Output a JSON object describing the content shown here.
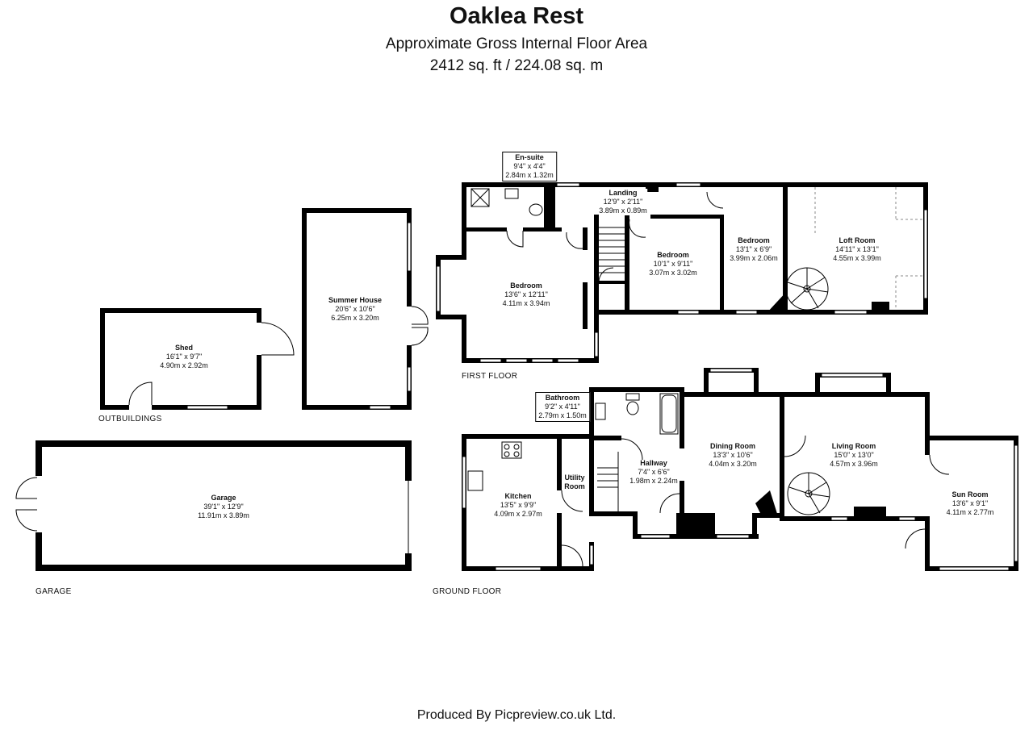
{
  "header": {
    "title": "Oaklea Rest",
    "subtitle": "Approximate Gross Internal Floor Area",
    "area": "2412 sq. ft / 224.08 sq. m"
  },
  "floors": {
    "first": "FIRST FLOOR",
    "ground": "GROUND FLOOR",
    "outbuildings": "OUTBUILDINGS",
    "garage": "GARAGE"
  },
  "rooms": {
    "ensuite": {
      "name": "En-suite",
      "imperial": "9'4\" x 4'4\"",
      "metric": "2.84m x 1.32m"
    },
    "landing": {
      "name": "Landing",
      "imperial": "12'9\" x 2'11\"",
      "metric": "3.89m x 0.89m"
    },
    "bedroom1": {
      "name": "Bedroom",
      "imperial": "13'6\" x 12'11\"",
      "metric": "4.11m x 3.94m"
    },
    "bedroom2": {
      "name": "Bedroom",
      "imperial": "10'1\" x 9'11\"",
      "metric": "3.07m x 3.02m"
    },
    "bedroom3": {
      "name": "Bedroom",
      "imperial": "13'1\" x 6'9\"",
      "metric": "3.99m x 2.06m"
    },
    "loft": {
      "name": "Loft Room",
      "imperial": "14'11\" x 13'1\"",
      "metric": "4.55m x 3.99m"
    },
    "summer": {
      "name": "Summer House",
      "imperial": "20'6\" x 10'6\"",
      "metric": "6.25m x 3.20m"
    },
    "shed": {
      "name": "Shed",
      "imperial": "16'1\" x 9'7\"",
      "metric": "4.90m x 2.92m"
    },
    "garage": {
      "name": "Garage",
      "imperial": "39'1\" x 12'9\"",
      "metric": "11.91m x 3.89m"
    },
    "bathroom": {
      "name": "Bathroom",
      "imperial": "9'2\" x 4'11\"",
      "metric": "2.79m x 1.50m"
    },
    "kitchen": {
      "name": "Kitchen",
      "imperial": "13'5\" x 9'9\"",
      "metric": "4.09m x 2.97m"
    },
    "utility": {
      "name": "Utility\nRoom"
    },
    "hallway": {
      "name": "Hallway",
      "imperial": "7'4\" x 6'6\"",
      "metric": "1.98m x 2.24m"
    },
    "dining": {
      "name": "Dining Room",
      "imperial": "13'3\" x 10'6\"",
      "metric": "4.04m x 3.20m"
    },
    "living": {
      "name": "Living Room",
      "imperial": "15'0\" x 13'0\"",
      "metric": "4.57m x 3.96m"
    },
    "sunroom": {
      "name": "Sun Room",
      "imperial": "13'6\" x 9'1\"",
      "metric": "4.11m x 2.77m"
    }
  },
  "footer": "Produced By Picpreview.co.uk Ltd."
}
